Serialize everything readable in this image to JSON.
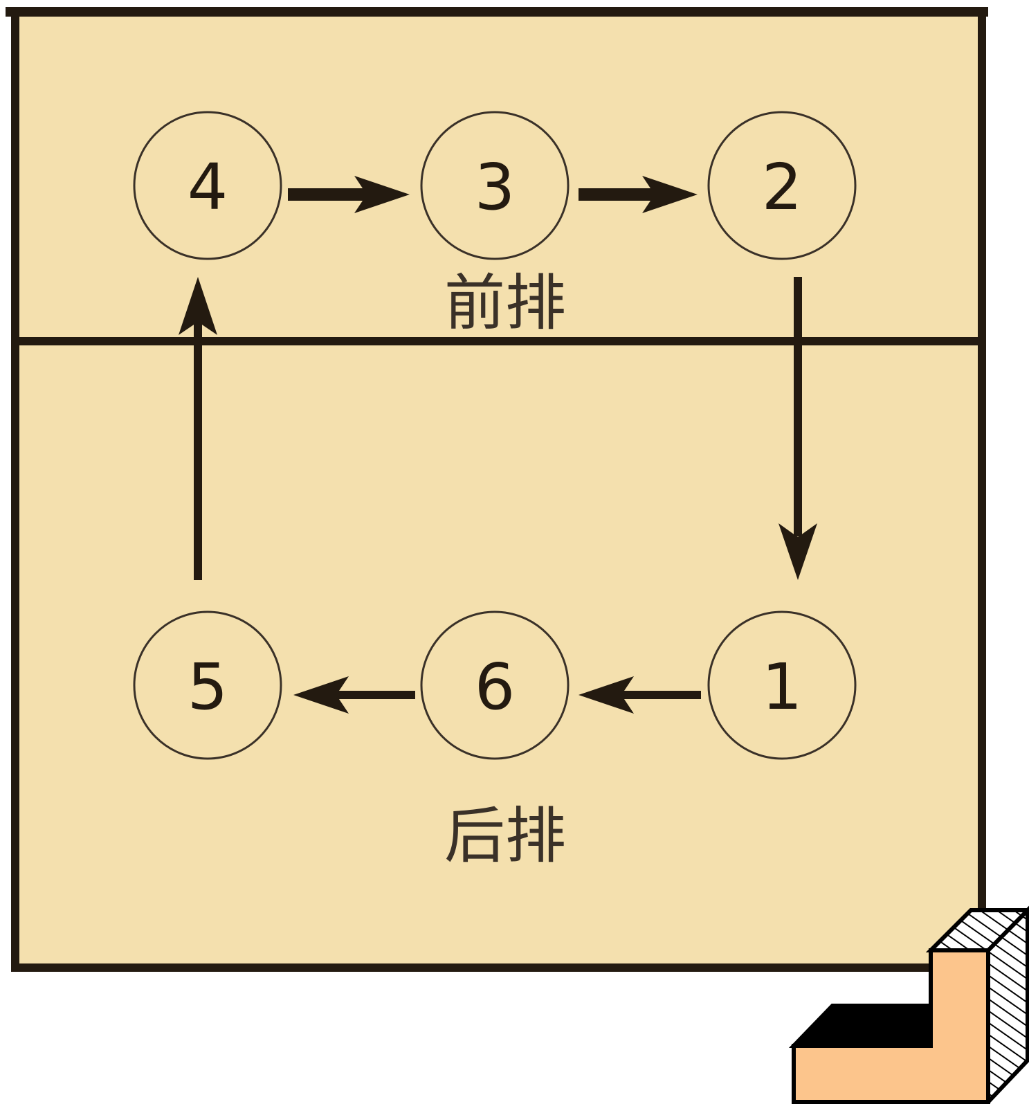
{
  "diagram": {
    "colors": {
      "court_fill": "#f4e0ae",
      "court_line": "#231a10",
      "arrow": "#231a10",
      "circle_stroke": "#3a3128",
      "step_face": "#fcc58c",
      "step_shadow": "#000000"
    },
    "positions": [
      {
        "id": "p4",
        "label": "4"
      },
      {
        "id": "p3",
        "label": "3"
      },
      {
        "id": "p2",
        "label": "2"
      },
      {
        "id": "p5",
        "label": "5"
      },
      {
        "id": "p6",
        "label": "6"
      },
      {
        "id": "p1",
        "label": "1"
      }
    ],
    "rows": {
      "front": "前排",
      "back": "后排"
    },
    "rotation_order": [
      "1",
      "6",
      "5",
      "4",
      "3",
      "2"
    ],
    "icon": "stair-step-icon"
  }
}
